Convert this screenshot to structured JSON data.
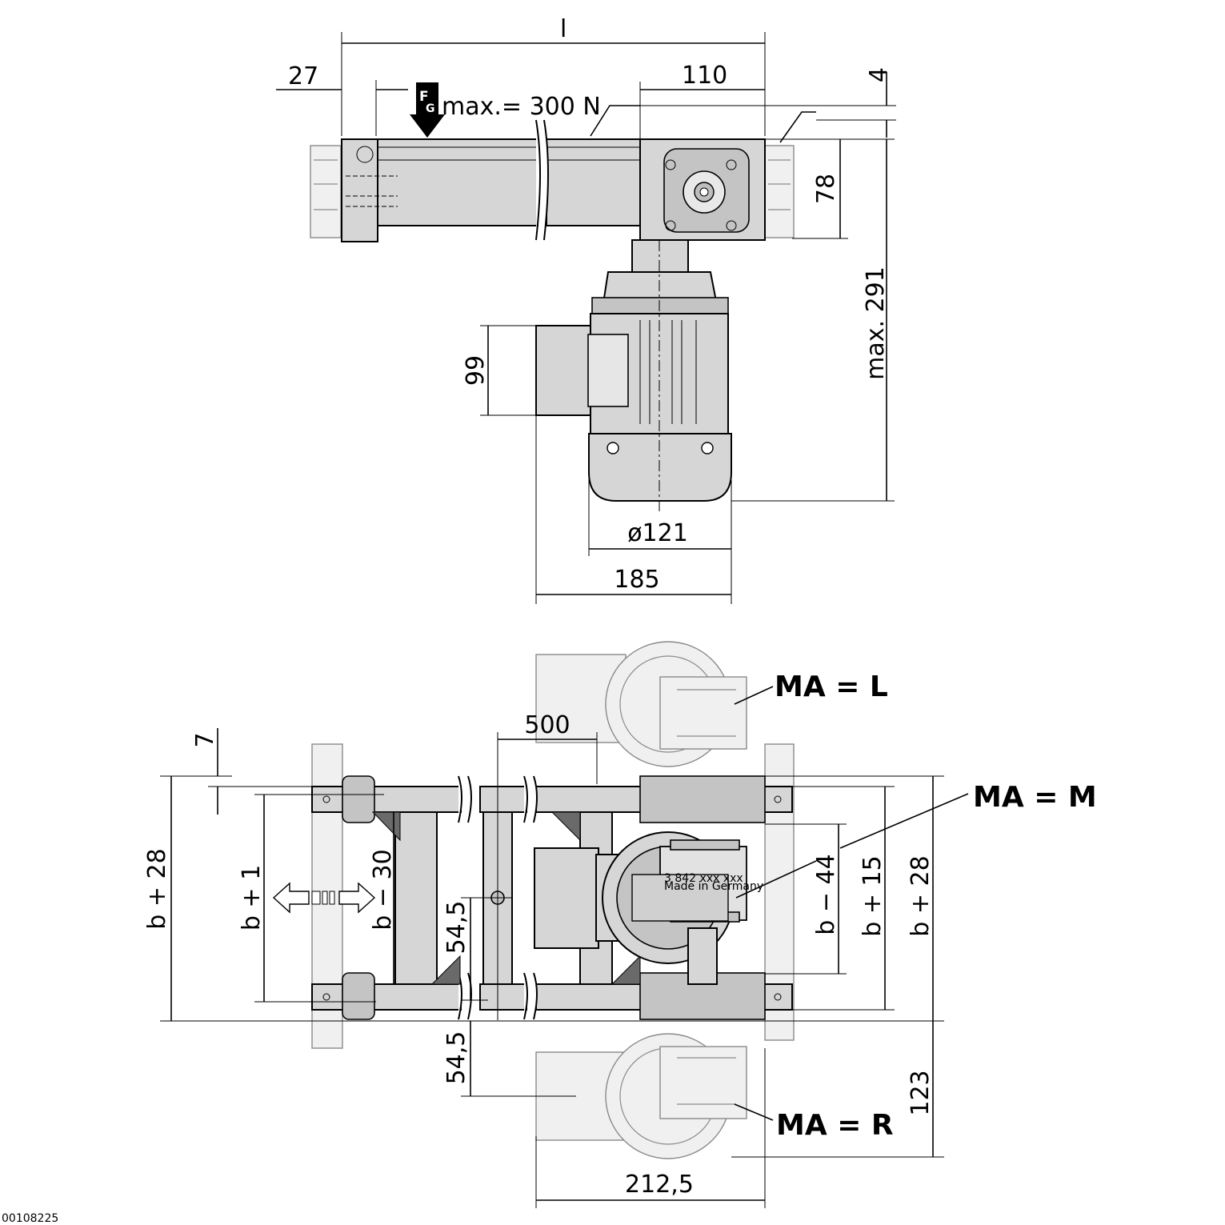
{
  "top_view": {
    "dim_length": "l",
    "dim_27": "27",
    "dim_110": "110",
    "dim_4": "4",
    "dim_78": "78",
    "dim_max291": "max. 291",
    "dim_99": "99",
    "dim_dia121": "ø121",
    "dim_185": "185",
    "force_symbol_top": "F",
    "force_symbol_bottom": "G",
    "force_label": "max.= 300 N"
  },
  "bottom_view": {
    "dim_7": "7",
    "dim_500": "500",
    "dim_b28_left": "b + 28",
    "dim_b1": "b + 1",
    "dim_b30": "b − 30",
    "dim_545_a": "54,5",
    "dim_545_b": "54,5",
    "dim_b44": "b − 44",
    "dim_b15": "b + 15",
    "dim_b28_right": "b + 28",
    "dim_123": "123",
    "dim_2125": "212,5",
    "label_ma_l": "MA = L",
    "label_ma_m": "MA = M",
    "label_ma_r": "MA = R",
    "nameplate_line1": "3 842 xxx xxx",
    "nameplate_line2": "Made in Germany"
  },
  "drawing_code": "00108225"
}
